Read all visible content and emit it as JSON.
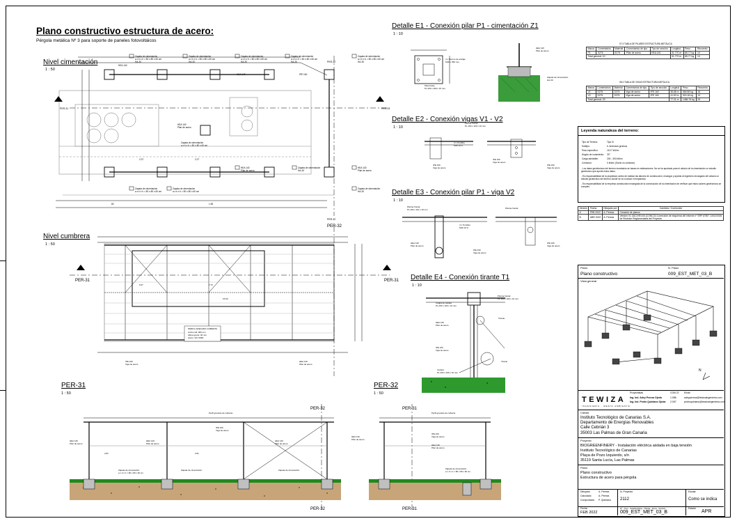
{
  "header": {
    "title": "Plano constructivo estructura de acero:",
    "subtitle": "Pérgola metálica Nº 3 para soporte de paneles fotovoltáicos"
  },
  "views": {
    "cimentacion": {
      "title": "Nivel cimentación",
      "scale": "1 : 50"
    },
    "cumbrera": {
      "title": "Nivel cumbrera",
      "scale": "1 : 50"
    },
    "per31": {
      "title": "PER-31",
      "scale": "1 : 50"
    },
    "per32": {
      "title": "PER-32",
      "scale": "1 : 50"
    }
  },
  "section_marks": {
    "per31": "PER-31",
    "per32": "PER-32"
  },
  "details": [
    {
      "title": "Detalle E1 - Conexión pilar P1 - cimentación Z1",
      "scale": "1 : 10"
    },
    {
      "title": "Detalle E2 - Conexión vigas V1 - V2",
      "scale": "1 : 10"
    },
    {
      "title": "Detalle E3 - Conexión pilar P1 - viga V2",
      "scale": "1 : 10"
    },
    {
      "title": "Detalle E4 - Conexión tirante T1",
      "scale": "1 : 10"
    }
  ],
  "callouts": {
    "zapata": "Zapata de cimentación",
    "zapata_dims": "a x b x h = 80 x 80 x 60 cm",
    "zapata_code": "HA-30",
    "pilar": "Pilar de acero",
    "pilar_code": "HEA 140",
    "viga": "Viga de acero",
    "viga_code": "IPE 160",
    "tirante": "Tirante",
    "placa": "Placa de anclaje"
  },
  "table1": {
    "caption": "07.3 TABLA DE PILARES ESTRUCTURA METÁLICA",
    "headers": [
      "Marca",
      "Comentarios",
      "Material",
      "Comentarios de tipo",
      "Tipo de sección",
      "Longitud",
      "Peso",
      "Recuento"
    ],
    "rows": [
      [
        "P1",
        "S275",
        "S275",
        "Pilar de acero",
        "HEA 140",
        "31.770 m",
        "85.77 kg",
        "10"
      ]
    ],
    "total": [
      "Total general: 10",
      "",
      "",
      "",
      "",
      "31.770 m",
      "85.77 kg",
      "10"
    ]
  },
  "table2": {
    "caption": "08.3 TABLA DE VIGAS ESTRUCTURA METÁLICA",
    "headers": [
      "Marca",
      "Comentarios",
      "Material",
      "Comentarios de tipo",
      "Tipo de sección",
      "Longitud",
      "Peso",
      "Recuento"
    ],
    "rows": [
      [
        "V1",
        "S275",
        "S275",
        "Viga de acero",
        "IPE 160",
        "35.68 m",
        "566.58 kg",
        "16"
      ],
      [
        "V2",
        "S275",
        "S275",
        "Viga de acero",
        "IPE 160",
        "41.53 m",
        "920.18 kg",
        "13"
      ]
    ],
    "total": [
      "Total general: 29",
      "",
      "",
      "",
      "",
      "77.21 m",
      "1486.76 kg",
      "29"
    ]
  },
  "legend": {
    "title": "Leyenda naturaleza del terreno:",
    "rows": [
      [
        "Tipo de Terreno:",
        "Tipo III"
      ],
      [
        "Subtipo:",
        "b. Arenosos gruesos"
      ],
      [
        "Peso específico:",
        "18.17 kN/m³"
      ],
      [
        "Ángulo de rozamiento:",
        "30°"
      ],
      [
        "Carga admisible:",
        "200 - 300 kN/m²"
      ],
      [
        "Cohesión:",
        "0 kN/m² (Suelo no cohesivo)"
      ]
    ],
    "notes": [
      "- Los datos geotécnicos del terreno mostrados se basan en estimaciones. No se ha aportado para el cálculo de la cimentación un estudio geotécnico que aporte estos datos.",
      "- Es responsabilidad de la propiedad, antes de realizar las labores de construcción, encargar y aportar al ingeniero encargado del cálculo un estudio geotécnico del terreno donde se va a ubicar el emparrado.",
      "- Es responsabilidad de la empresa constructora encargada de la construcción de la cimentación de verificar que estos valores geotécnicos se cumplen."
    ]
  },
  "revisions": {
    "headers": [
      "Versión",
      "Fecha",
      "Dibujado por",
      "Cambios / Corrección"
    ],
    "rows": [
      [
        "A",
        "FEB 2022",
        "A. Pereza",
        "Creación de planos"
      ],
      [
        "B",
        "ABR 2022",
        "A. Pereza",
        "Versión V1 ZAC/VE/100 (CONC/2) Corrección de esquema del informe nº SRP ATBIT 13/02/2026 de Revisión Reglamentaria del Proyecto"
      ]
    ]
  },
  "sheet_info": {
    "plano_label": "Plano",
    "plano_value": "Plano constructivo",
    "nplano_label": "N. Plano",
    "nplano_value": "009_EST_MET_03_B",
    "vista_label": "Vista general"
  },
  "company": {
    "name": "TEWIZA",
    "tagline": "INGENIERÍA · MEDIO AMBIENTE",
    "proyectistas_label": "Proyectistas",
    "colegiado_label": "COIICO",
    "email_label": "Email",
    "people": [
      [
        "Ing. Ind. Adey Pereza Ojeda",
        "1.086",
        "adeypereza@tewizaingenieria.com"
      ],
      [
        "Ing. Ind. Pedro Quintano Ojeda",
        "2.097",
        "pedroquintano@tewizaingenieria.com"
      ]
    ]
  },
  "client": {
    "label": "Cliente",
    "lines": [
      "Instituto Tecnológico de Canarias S.A.",
      "Departamento de Energías Renovables",
      "Calle Cebrián 3",
      "35003 Las Palmas de Gran Canaria"
    ]
  },
  "project": {
    "label": "Proyecto",
    "lines": [
      "BIOGREENFINERY - Instalación eléctrica aislada en baja tensión",
      "Instituto Tecnológico de Canarias",
      "Playa de Pozo Izquierdo, s/n",
      "35119 Santa Lucía, Las Palmas"
    ]
  },
  "plano": {
    "label": "Plano",
    "lines": [
      "Plano constructivo",
      "Estructura de acero para pérgola"
    ]
  },
  "footer": {
    "dibujado_label": "Dibujado",
    "dibujado_val": "A. Pereza",
    "calculado_label": "Calculado",
    "calculado_val": "A. Pereza",
    "comprobado_label": "Comprobado",
    "comprobado_val": "P. Quintano",
    "nproyecto_label": "N. Proyecto",
    "nproyecto_val": "2112",
    "escala_label": "Escala",
    "escala_val": "Como se indica",
    "fecha_label": "Fecha",
    "fecha_val": "FEB 2022",
    "codigo_label": "Nº - Tipo - Subdisciplina - Planta - Zona - Versión",
    "codigo_val": "009_EST_MET_03_B",
    "estado_label": "Estado",
    "estado_val": "APR"
  }
}
